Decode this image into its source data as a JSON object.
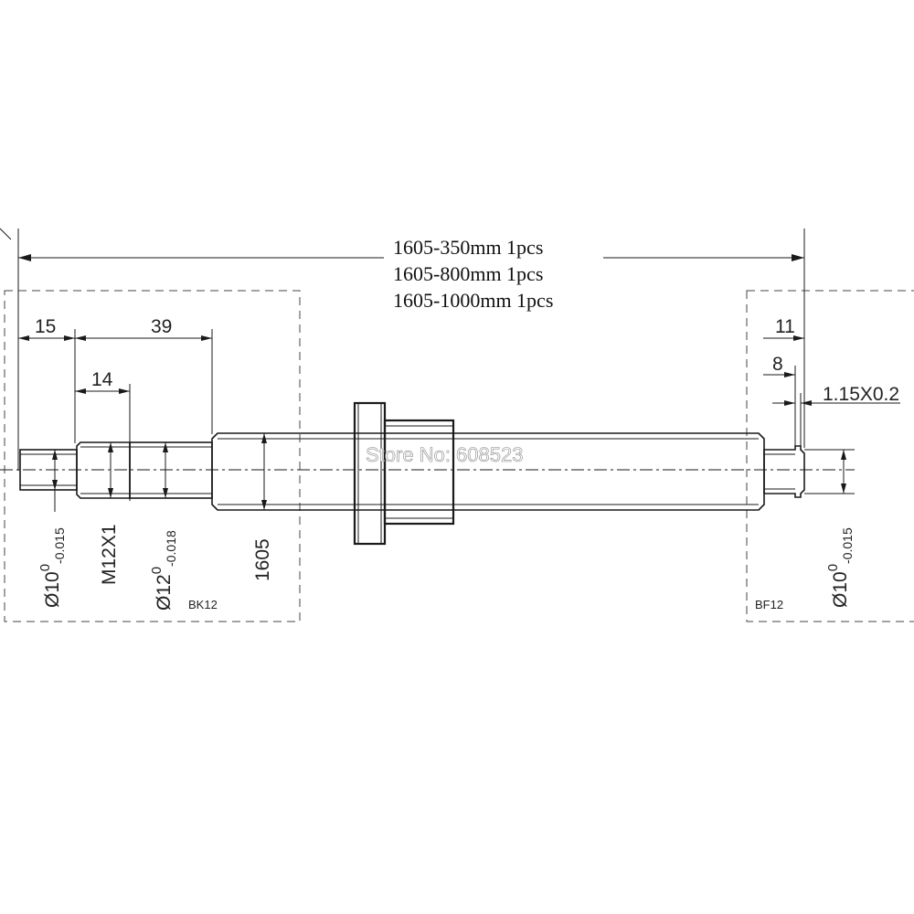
{
  "title_lines": [
    "1605-350mm   1pcs",
    "1605-800mm   1pcs",
    "1605-1000mm  1pcs"
  ],
  "dimensions": {
    "d15": "15",
    "d39": "39",
    "d14": "14",
    "d11": "11",
    "d8": "8",
    "groove": "1.15X0.2",
    "thread": "M12X1",
    "screw": "1605"
  },
  "diameters": {
    "left_journal": {
      "base": "Ø10",
      "sup": "0",
      "sub": "-0.015"
    },
    "left_bearing": {
      "base": "Ø12",
      "sup": "0",
      "sub": "-0.018"
    },
    "right_journal": {
      "base": "Ø10",
      "sup": "0",
      "sub": "-0.015"
    }
  },
  "support_labels": {
    "left": "BK12",
    "right": "BF12"
  },
  "watermark": "Store No: 608523"
}
